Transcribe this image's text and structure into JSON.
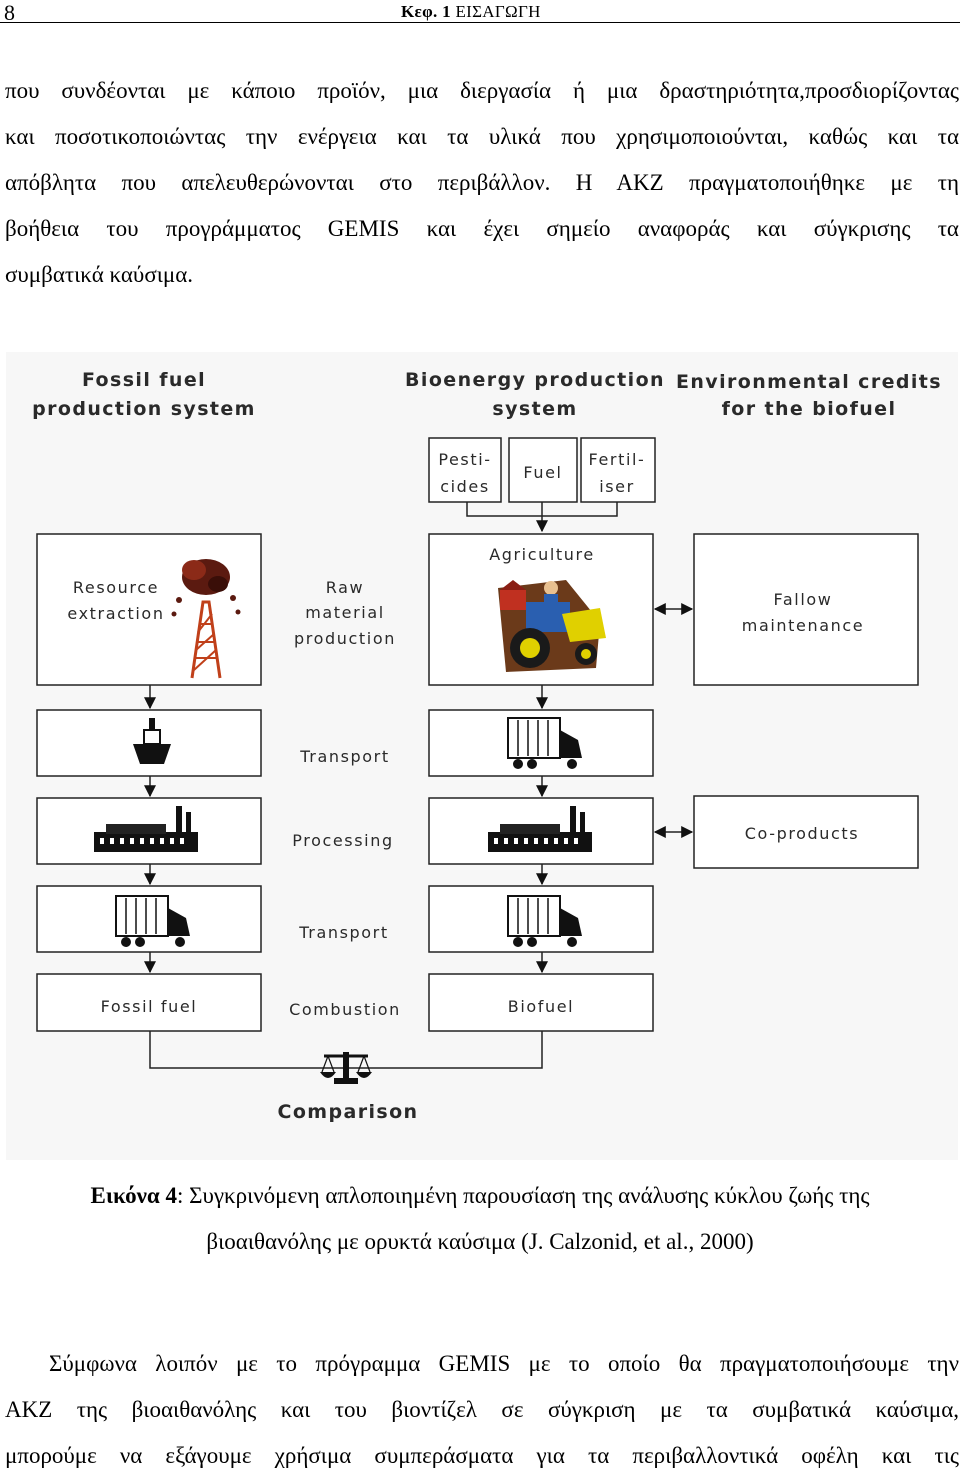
{
  "header": {
    "page_number": "8",
    "chapter_label": "Κεφ. 1",
    "chapter_title": "ΕΙΣΑΓΩΓΗ"
  },
  "paragraph1": [
    "που συνδέονται με κάποιο προϊόν, μια διεργασία ή μια δραστηριότητα,προσδιορίζοντας",
    "και ποσοτικοποιώντας την ενέργεια και τα υλικά που χρησιμοποιούνται, καθώς και τα",
    "απόβλητα που απελευθερώνονται στο περιβάλλον. Η ΑΚΖ πραγματοποιήθηκε με τη",
    "βοήθεια του προγράμματος GEMIS και έχει σημείο αναφοράς και σύγκρισης τα",
    "συμβατικά καύσιμα."
  ],
  "diagram": {
    "titles": {
      "fossil": [
        "Fossil fuel",
        "production system"
      ],
      "bio": [
        "Bioenergy production",
        "system"
      ],
      "env": [
        "Environmental credits",
        "for the biofuel"
      ]
    },
    "inputs": {
      "pesticides": [
        "Pesti-",
        "cides"
      ],
      "fuel": [
        "Fuel"
      ],
      "fertiliser": [
        "Fertil-",
        "iser"
      ]
    },
    "boxes": {
      "resource_extraction": [
        "Resource",
        "extraction"
      ],
      "agriculture": "Agriculture",
      "fallow_maintenance": [
        "Fallow",
        "maintenance"
      ],
      "co_products": "Co-products",
      "fossil_fuel": "Fossil fuel",
      "biofuel": "Biofuel"
    },
    "stages": {
      "raw_material": [
        "Raw",
        "material",
        "production"
      ],
      "transport_1": "Transport",
      "processing": "Processing",
      "transport_2": "Transport",
      "combustion": "Combustion"
    },
    "comparison": "Comparison",
    "icons": [
      "oil-rig-icon",
      "tractor-icon",
      "ship-icon",
      "truck-icon",
      "factory-icon",
      "balance-scale-icon"
    ]
  },
  "caption": {
    "label": "Εικόνα 4",
    "line1_rest": ": Συγκρινόμενη απλοποιημένη παρουσίαση της ανάλυσης κύκλου ζωής της",
    "line2": "βιοαιθανόλης με ορυκτά καύσιμα (J. Calzonid, et al., 2000)"
  },
  "paragraph2": [
    "Σύμφωνα λοιπόν με το πρόγραμμα GEMIS με το οποίο θα πραγματοποιήσουμε την",
    "ΑΚΖ της βιοαιθανόλης και του βιοντίζελ σε σύγκριση με τα συμβατικά καύσιμα,",
    "μπορούμε να εξάγουμε χρήσιμα συμπεράσματα για τα περιβαλλοντικά οφέλη  και τις"
  ]
}
